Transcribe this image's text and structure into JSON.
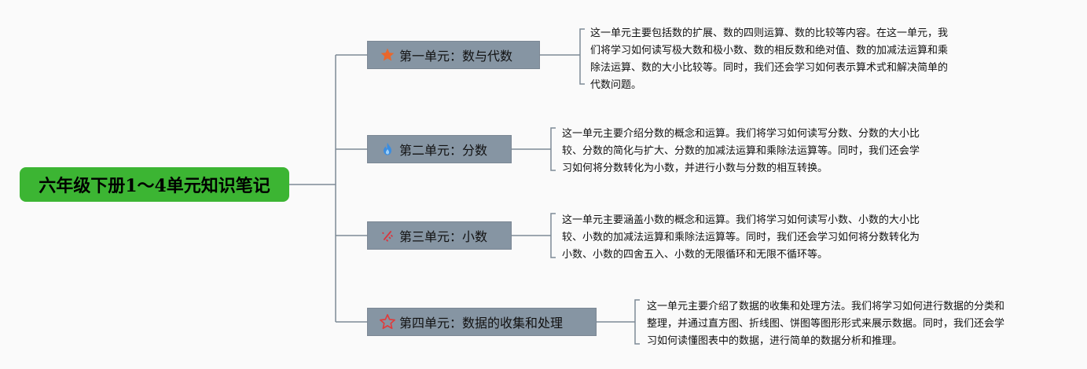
{
  "root": {
    "title": "六年级下册1～4单元知识笔记"
  },
  "units": [
    {
      "title": "第一单元：数与代数",
      "icon": "star-filled-icon",
      "icon_color": "#e9672c",
      "lines": [
        "这一单元主要包括数的扩展、数的四则运算、数的比较等内容。在这一单元，我",
        "们将学习如何读写极大数和极小数、数的相反数和绝对值、数的加减法运算和乘",
        "除法运算、数的大小比较等。同时，我们还会学习如何表示算术式和解决简单的",
        "代数问题。"
      ]
    },
    {
      "title": "第二单元：分数",
      "icon": "flame-icon",
      "icon_color": "#3b8de0",
      "lines": [
        "这一单元主要介绍分数的概念和运算。我们将学习如何读写分数、分数的大小比",
        "较、分数的简化与扩大、分数的加减法运算和乘除法运算等。同时，我们还会学",
        "习如何将分数转化为小数，并进行小数与分数的相互转换。"
      ]
    },
    {
      "title": "第三单元：小数",
      "icon": "sparkle-icon",
      "icon_color": "#d9363e",
      "lines": [
        "这一单元主要涵盖小数的概念和运算。我们将学习如何读写小数、小数的大小比",
        "较、小数的加减法运算和乘除法运算等。同时，我们还会学习如何将分数转化为",
        "小数、小数的四舍五入、小数的无限循环和无限不循环等。"
      ]
    },
    {
      "title": "第四单元：数据的收集和处理",
      "icon": "star-outline-icon",
      "icon_color": "#e03c3c",
      "lines": [
        "这一单元主要介绍了数据的收集和处理方法。我们将学习如何进行数据的分类和",
        "整理，并通过直方图、折线图、饼图等图形形式来展示数据。同时，我们还会学",
        "习如何读懂图表中的数据，进行简单的数据分析和推理。"
      ]
    }
  ]
}
